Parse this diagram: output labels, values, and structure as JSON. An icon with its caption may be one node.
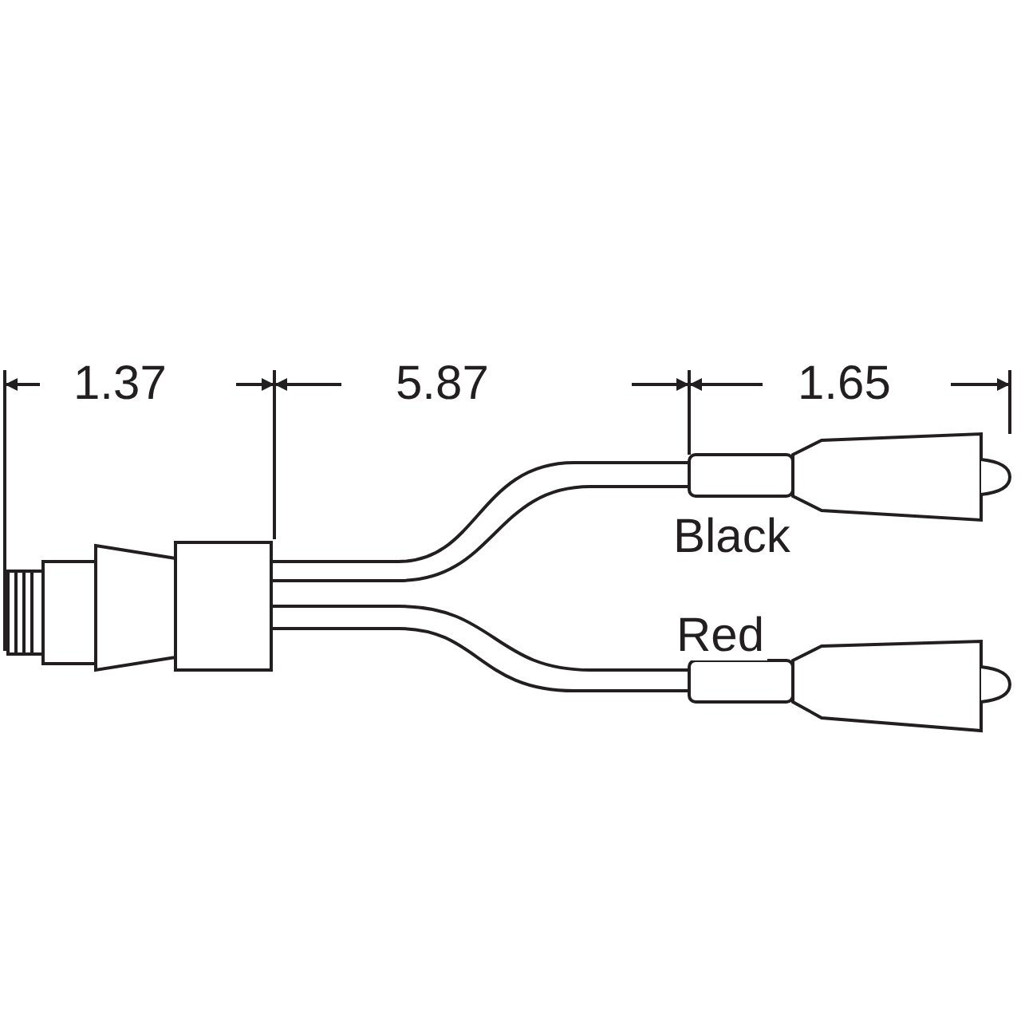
{
  "diagram": {
    "labels": [
      "1.37",
      "5.87",
      "1.65",
      "Black",
      "Red"
    ]
  }
}
